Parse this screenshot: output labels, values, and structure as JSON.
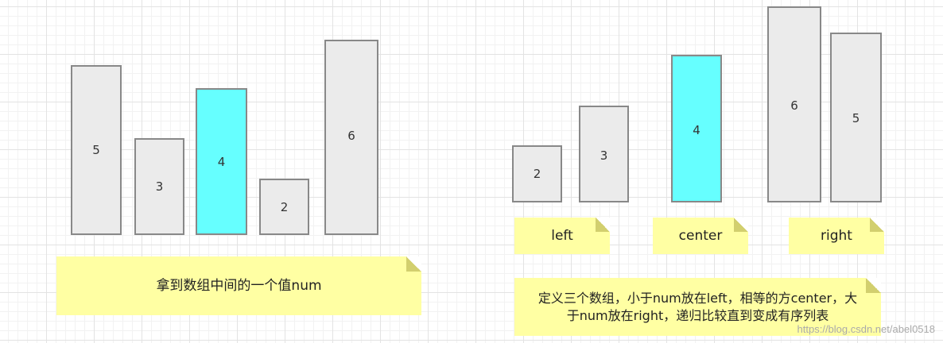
{
  "left_group": {
    "bars": [
      {
        "value": "5",
        "highlight": false
      },
      {
        "value": "3",
        "highlight": false
      },
      {
        "value": "4",
        "highlight": true
      },
      {
        "value": "2",
        "highlight": false
      },
      {
        "value": "6",
        "highlight": false
      }
    ],
    "note": "拿到数组中间的一个值num"
  },
  "right_group": {
    "left_bars": [
      "2",
      "3"
    ],
    "center_bar": "4",
    "right_bars": [
      "6",
      "5"
    ],
    "labels": {
      "left": "left",
      "center": "center",
      "right": "right"
    },
    "note_line1": "定义三个数组，小于num放在left，相等的方center，大",
    "note_line2": "于num放在right，递归比较直到变成有序列表"
  },
  "colors": {
    "highlight": "#66ffff",
    "bar": "#ebebeb",
    "border": "#888888",
    "note": "#ffffa3"
  },
  "watermark": "https://blog.csdn.net/abel0518"
}
